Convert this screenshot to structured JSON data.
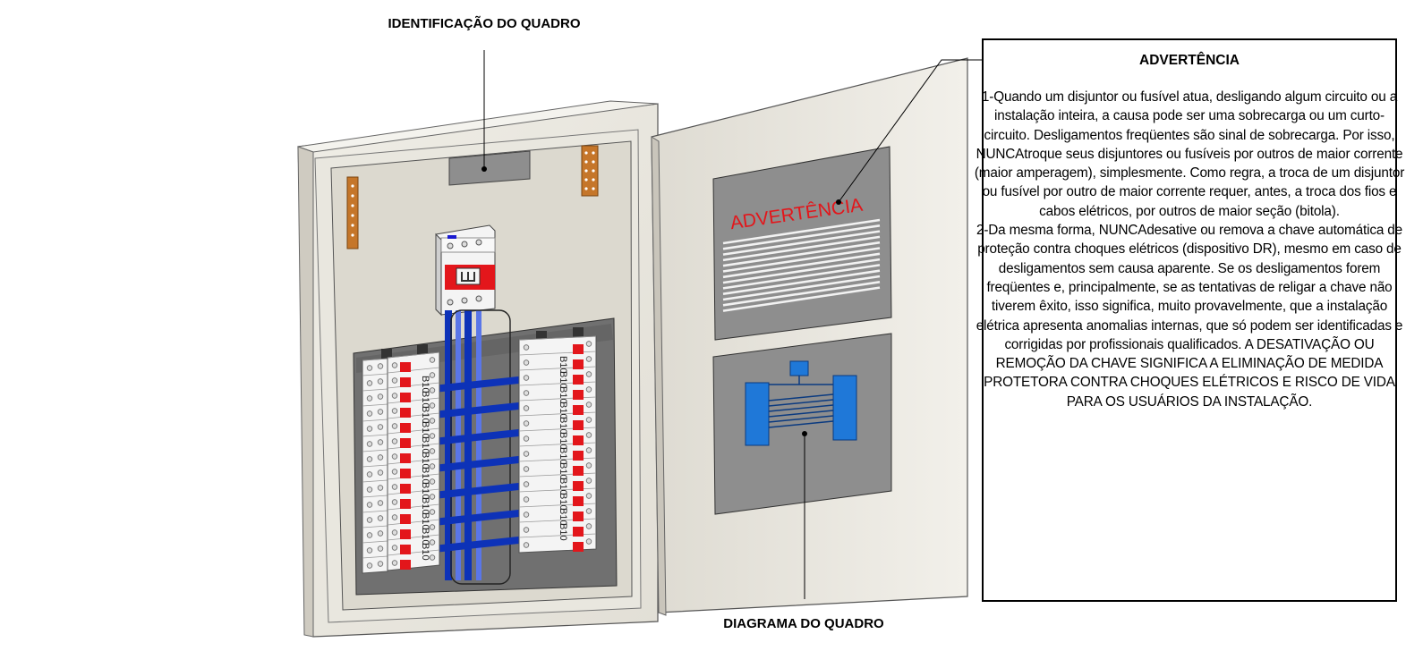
{
  "labels": {
    "top": "IDENTIFICAÇÃO DO QUADRO",
    "bottom": "DIAGRAMA DO QUADRO",
    "door_sign": "ADVERTÊNCIA"
  },
  "breaker_label": "B10",
  "warning": {
    "title": "ADVERTÊNCIA",
    "paragraph1": "1-Quando um disjuntor ou fusível atua, desligando algum circuito ou a instalação inteira, a causa pode ser uma sobrecarga ou um curto-circuito. Desligamentos freqüentes são sinal de sobrecarga. Por isso, NUNCAtroque seus disjuntores ou fusíveis por outros de maior corrente (maior amperagem), simplesmente. Como regra, a troca de um disjuntor ou fusível por outro de maior corrente requer, antes, a troca dos fios e cabos elétricos, por outros de maior seção (bitola).",
    "paragraph2": "2-Da mesma forma, NUNCAdesative ou remova a chave automática de proteção contra choques elétricos (dispositivo DR), mesmo em caso de desligamentos sem causa aparente. Se os desligamentos forem freqüentes e, principalmente, se as tentativas de religar a chave não tiverem êxito, isso significa, muito provavelmente, que a instalação elétrica apresenta anomalias internas, que só podem ser identificadas e corrigidas por profissionais qualificados. A DESATIVAÇÃO OU REMOÇÃO DA CHAVE SIGNIFICA A ELIMINAÇÃO DE MEDIDA PROTETORA CONTRA CHOQUES ELÉTRICOS E RISCO DE VIDA PARA OS USUÁRIOS DA INSTALAÇÃO."
  },
  "colors": {
    "panel": "#ebe8df",
    "interior": "#dcd8cf",
    "sign": "#8e8e8e",
    "breaker_red": "#e3161b",
    "busbar_blue": "#0d32b8",
    "copper": "#c5762a",
    "diagram_blue": "#1f78d8"
  }
}
